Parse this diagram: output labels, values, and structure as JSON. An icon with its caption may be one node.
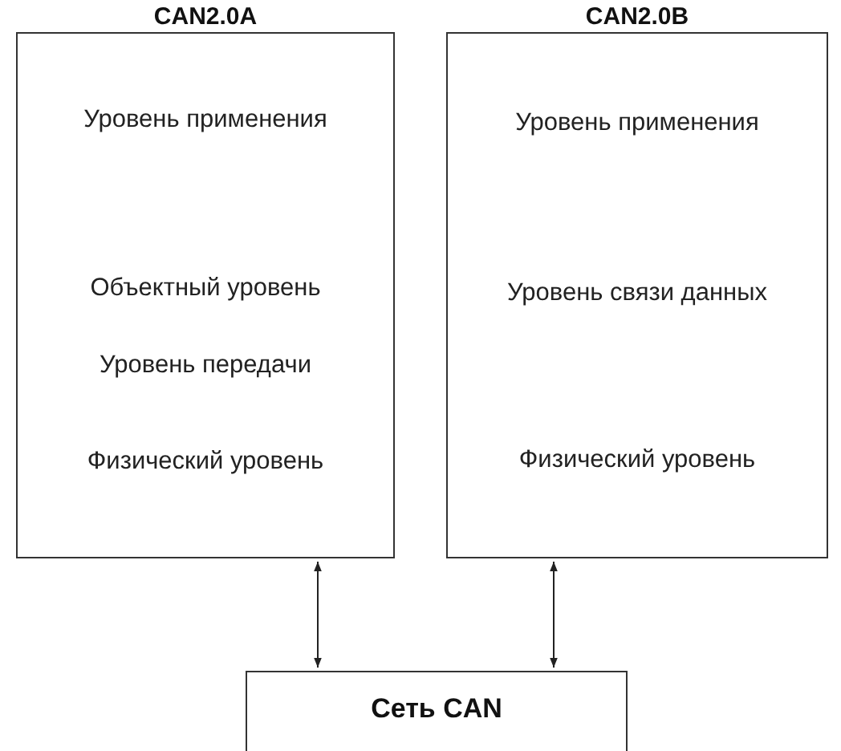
{
  "diagram": {
    "nodes": [
      {
        "text": [
          "CAN2.0A",
          "Уровень применения",
          "Объектный уровень",
          "Уровень передачи",
          "Физический уровень"
        ]
      },
      {
        "text": [
          "CAN2.0B",
          "Уровень применения",
          "Уровень связи данных",
          "Физический уровень"
        ]
      },
      {
        "text": [
          "Сеть CAN"
        ]
      }
    ],
    "edges": [
      {
        "from": 0,
        "to": 2,
        "arrow": "both"
      },
      {
        "from": 1,
        "to": 2,
        "arrow": "both"
      }
    ]
  }
}
